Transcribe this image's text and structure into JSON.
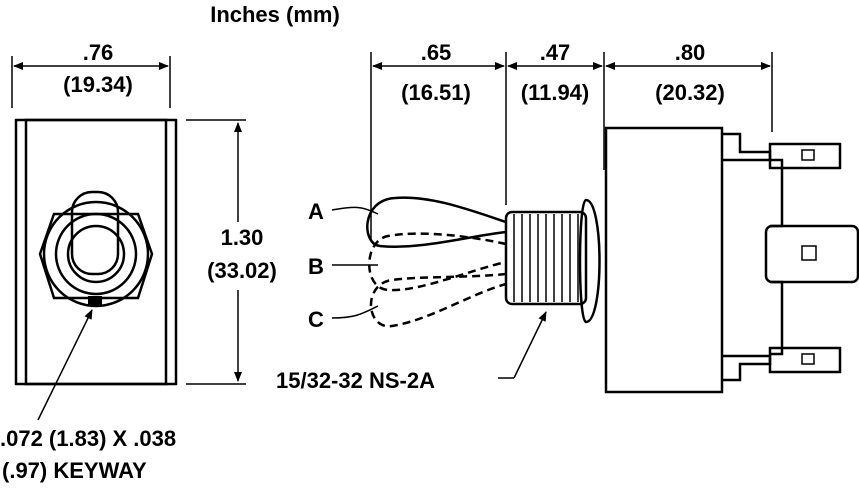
{
  "title": "Inches (mm)",
  "dimensions": {
    "width_in": ".76",
    "width_mm": "(19.34)",
    "height_in": "1.30",
    "height_mm": "(33.02)",
    "handle_in": ".65",
    "handle_mm": "(16.51)",
    "bushing_in": ".47",
    "bushing_mm": "(11.94)",
    "body_in": ".80",
    "body_mm": "(20.32)"
  },
  "positions": [
    "A",
    "B",
    "C"
  ],
  "thread": "15/32-32 NS-2A",
  "keyway_line1": ".072 (1.83) X .038",
  "keyway_line2": "(.97) KEYWAY"
}
